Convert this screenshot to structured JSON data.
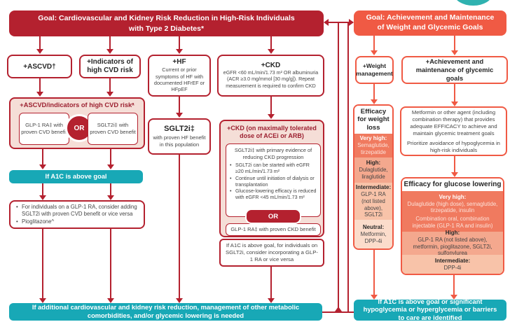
{
  "colors": {
    "dark_red": "#b4212f",
    "orange": "#f05a44",
    "teal": "#18a8b6",
    "pink_fill": "#f5ded7"
  },
  "left": {
    "goal_banner": "Goal: Cardiovascular and Kidney Risk Reduction in High-Risk Individuals with Type 2 Diabetes*",
    "ascvd": {
      "title": "+ASCVD†"
    },
    "indicators": {
      "title": "+Indicators of high CVD risk"
    },
    "hf": {
      "title": "+HF",
      "body": "Current or prior symptoms of HF with documented HFrEF or HFpEF"
    },
    "ckd": {
      "title": "+CKD",
      "body": "eGFR <60 mL/min/1.73 m² OR albuminuria (ACR ≥3.0 mg/mmol [30 mg/g]). Repeat measurement is required to confirm CKD"
    },
    "ascvd_merged": {
      "header": "+ASCVD/indicators of high CVD riskᵃ",
      "glp1": "GLP-1 RA‡ with proven CVD benefit",
      "or": "OR",
      "sglt2": "SGLT2i‡ with proven CVD benefit"
    },
    "a1c_bar": "If A1C is above goal",
    "considerations": {
      "bullet1": "For individuals on a GLP-1 RA, consider adding SGLT2i with proven CVD benefit or vice versa",
      "bullet2": "Pioglitazone^"
    },
    "sglt2_hf": {
      "title": "SGLT2i‡",
      "body": "with proven HF benefit in this population"
    },
    "ckd_panel": {
      "header": "+CKD (on maximally tolerated dose of ACEi or ARB)",
      "sglt2_primary": "SGLT2i‡ with primary evidence of reducing CKD progression",
      "bullets": [
        "SGLT2i can be started with eGFR ≥20 mL/min/1.73 m²",
        "Continue until initiation of dialysis or transplantation",
        "Glucose-lowering efficacy is reduced with eGFR <45 mL/min/1.73 m²"
      ],
      "or": "OR",
      "glp1": "GLP-1 RA‡ with proven CKD benefit"
    },
    "a1c_ckd_note": "If A1C is above goal, for individuals on SGLT2i, consider incorporating a GLP-1 RA or vice versa",
    "bottom_banner": "If additional cardiovascular and kidney risk reduction, management of other metabolic comorbidities, and/or glycemic lowering is needed"
  },
  "right": {
    "goal_banner": "Goal: Achievement and Maintenance of Weight and Glycemic Goals",
    "weight_mgmt": "+Weight management",
    "achievement": "+Achievement and maintenance of glycemic goals",
    "weight_efficacy": {
      "title": "Efficacy for weight loss",
      "sections": [
        {
          "label": "Very high:",
          "body": "Semaglutide, tirzepatide"
        },
        {
          "label": "High:",
          "body": "Dulaglutide, liraglutide"
        },
        {
          "label": "Intermediate:",
          "body": "GLP-1 RA (not listed above), SGLT2i"
        },
        {
          "label": "Neutral:",
          "body": "Metformin, DPP-4i"
        }
      ]
    },
    "metformin_box": {
      "p1": "Metformin or other agent (including combination therapy) that provides adequate EFFICACY to achieve and maintain glycemic treatment goals",
      "p2": "Prioritize avoidance of hypoglycemia in high-risk individuals"
    },
    "glucose_efficacy": {
      "title": "Efficacy for glucose lowering",
      "sections": [
        {
          "label": "Very high:",
          "body": "Dulaglutide (high dose), semaglutide, tirzepatide, insulin",
          "body2": "Combination oral, combination injectable (GLP-1 RA and insulin)"
        },
        {
          "label": "High:",
          "body": "GLP-1 RA (not listed above), metformin, pioglitazone, SGLT2i, sulfonylurea"
        },
        {
          "label": "Intermediate:",
          "body": "DPP-4i"
        }
      ]
    },
    "bottom_banner": "If A1C is above goal or significant hypoglycemia or hyperglycemia or barriers to care are identified"
  }
}
